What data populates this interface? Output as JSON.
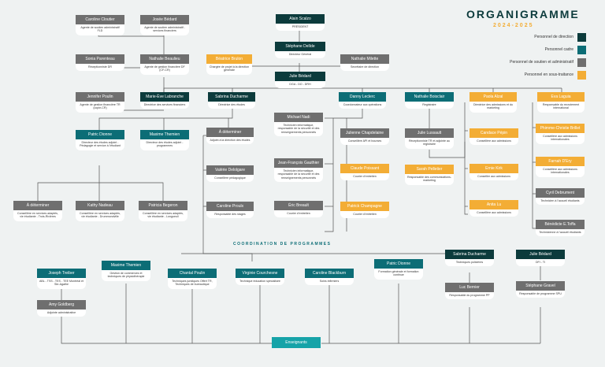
{
  "header": {
    "title": "ORGANIGRAMME",
    "year": "2024-2025"
  },
  "legend": [
    {
      "label": "Personnel de direction",
      "color": "#0c3b3c"
    },
    {
      "label": "Personnel cadre",
      "color": "#0c6d76"
    },
    {
      "label": "Personnel de soutien et administratif",
      "color": "#6f6f6f"
    },
    {
      "label": "Personnel en sous-traitance",
      "color": "#f3ad35"
    }
  ],
  "section_title": "COORDINATION DE PROGRAMMES",
  "nodes": {
    "scalzo": {
      "name": "Alain Scalzo",
      "role": "PRÉSIDENT"
    },
    "dellde": {
      "name": "Stéphane DelIde",
      "role": "Directeur Général"
    },
    "bedard": {
      "name": "Julie Bédard",
      "role": "DGA - DO - DRH"
    },
    "beaulieu": {
      "name": "Nathalie Beaulieu",
      "role": "Agente de gestion financière DF (CF-CR)"
    },
    "cloutier": {
      "name": "Caroline Cloutier",
      "role": "Agente de soutien administratif FLD"
    },
    "bedard2": {
      "name": "Josée Bédard",
      "role": "Agente de soutien administratif - services financiers"
    },
    "parenteau": {
      "name": "Sonia Parenteau",
      "role": "Réceptionniste DR"
    },
    "poulin": {
      "name": "Jennifer Poulin",
      "role": "Agente de gestion financière TR (copie-CR)"
    },
    "labranche": {
      "name": "Marie-Ève Labranche",
      "role": "Directrice des services financiers"
    },
    "brulon": {
      "name": "Béatrice Brulon",
      "role": "Chargée de projet à la direction générale"
    },
    "milette": {
      "name": "Nathalie Milette",
      "role": "Secrétaire de direction"
    },
    "ducharme": {
      "name": "Sabrina Ducharme",
      "role": "Directrice des études"
    },
    "leclerc": {
      "name": "Danny Leclerc",
      "role": "Coordonnateur aux opérations"
    },
    "boisclair": {
      "name": "Nathalie Boisclair",
      "role": "Registraire"
    },
    "alzal": {
      "name": "Paola Alzal",
      "role": "Directrice des admissions et du marketing"
    },
    "laguia": {
      "name": "Eva Laguia",
      "role": "Responsable du recrutement international"
    },
    "dionne": {
      "name": "Patric Dionne",
      "role": "Directeur des études adjoint - Pédagogie et service à l'étudiant"
    },
    "themien": {
      "name": "Maxime Themien",
      "role": "Directeur des études adjoint - programmes"
    },
    "adet": {
      "name": "À déterminer",
      "role": "Adjoint à la direction des études"
    },
    "delolgare": {
      "name": "Valérie Delolgare",
      "role": "Conseillère pédagogique"
    },
    "proulx": {
      "name": "Caroline Proulx",
      "role": "Responsable des stages"
    },
    "nadi": {
      "name": "Michael Nadi",
      "role": "Technicien informatique, responsable de la sécurité et des renseignements personnels"
    },
    "gauthier": {
      "name": "Jean-François Gauthier",
      "role": "Technicien informatique, responsable de la sécurité et des renseignements personnels"
    },
    "breault": {
      "name": "Éric Breault",
      "role": "Courier d'entretien"
    },
    "chapdelaine": {
      "name": "Julienne Chapdelaine",
      "role": "Conseillère API et bourses"
    },
    "poissant": {
      "name": "Claude Poissant",
      "role": "Courier d'entretien"
    },
    "champagne": {
      "name": "Patrick Champagne",
      "role": "Courier d'entretien"
    },
    "lussault": {
      "name": "Julie Lussault",
      "role": "Réceptionniste TR et adjointe au registraire"
    },
    "pelletier": {
      "name": "Sarah Pelletier",
      "role": "Responsable des communications-marketing"
    },
    "pepin": {
      "name": "Candace Pépin",
      "role": "Conseillère aux admissions"
    },
    "kirk": {
      "name": "Ernie Kirk",
      "role": "Conseiller aux admissions"
    },
    "lu": {
      "name": "Anita Lu",
      "role": "Conseillère aux admissions"
    },
    "brillet": {
      "name": "Phimme-Christie Brillet",
      "role": "Conseillère aux admissions internationales"
    },
    "dery": {
      "name": "Farnah D'Ery",
      "role": "Conseillère aux admissions internationales"
    },
    "debrument": {
      "name": "Cyril Debrument",
      "role": "Technicien à l'accueil étudiants"
    },
    "toffa": {
      "name": "Bénédicte E.Toffa",
      "role": "Technicienne à l'accueil étudiants"
    },
    "adet2": {
      "name": "À déterminer",
      "role": "Conseillère en services adaptés, vie étudiante - Trois-Rivières"
    },
    "nadeau": {
      "name": "Kathy Nadeau",
      "role": "Conseillère en services adaptés, vie étudiante - Drummondville"
    },
    "begeron": {
      "name": "Patricia Begeron",
      "role": "Conseillère en services adaptés, vie étudiante - Longueuil"
    },
    "treiber": {
      "name": "Joseph Treiber",
      "role": "ABL - TSS - TES - TEE Montréal et Ste-Agathe"
    },
    "goldberg": {
      "name": "Amy Goldberg",
      "role": "Adjointe administrative"
    },
    "themien2": {
      "name": "Maxime Themien",
      "role": "Gestion de commerces et techniques de physiothérapie"
    },
    "poulin2": {
      "name": "Chantal Poulin",
      "role": "Techniques juridiques Offert TR, Techniques de bureautique"
    },
    "courchesne": {
      "name": "Virginie Courchesne",
      "role": "Technique éducation spécialisée"
    },
    "blackburn": {
      "name": "Caroline Blackburn",
      "role": "Soins infirmiers"
    },
    "dionne2": {
      "name": "Patric Dionne",
      "role": "Formation générale et formation continue"
    },
    "ducharme2": {
      "name": "Sabrina Ducharme",
      "role": "Techniques policières"
    },
    "bernier": {
      "name": "Luc Bernier",
      "role": "Responsable du programme PP"
    },
    "bedard3": {
      "name": "Julie Bédard",
      "role": "DFI - TI"
    },
    "gravel": {
      "name": "Stéphane Gravel",
      "role": "Responsable de programme SPU"
    },
    "enseignants": {
      "name": "Enseignants",
      "role": ""
    }
  }
}
